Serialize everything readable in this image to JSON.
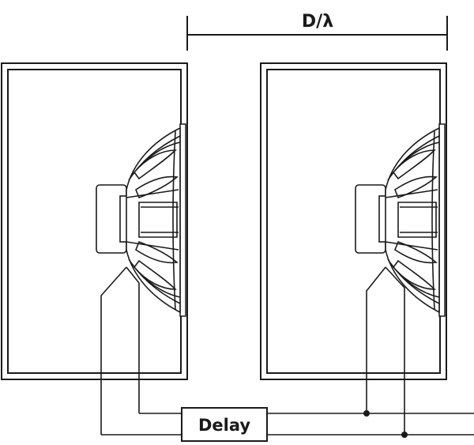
{
  "dimension_label": "D/λ",
  "delay_label": "Delay",
  "colors": {
    "line": "#1a1a1a",
    "background": "#ffffff"
  },
  "cabinets": [
    {
      "name": "left-speaker-cabinet",
      "driver": "woofer-driver"
    },
    {
      "name": "right-speaker-cabinet",
      "driver": "woofer-driver"
    }
  ]
}
